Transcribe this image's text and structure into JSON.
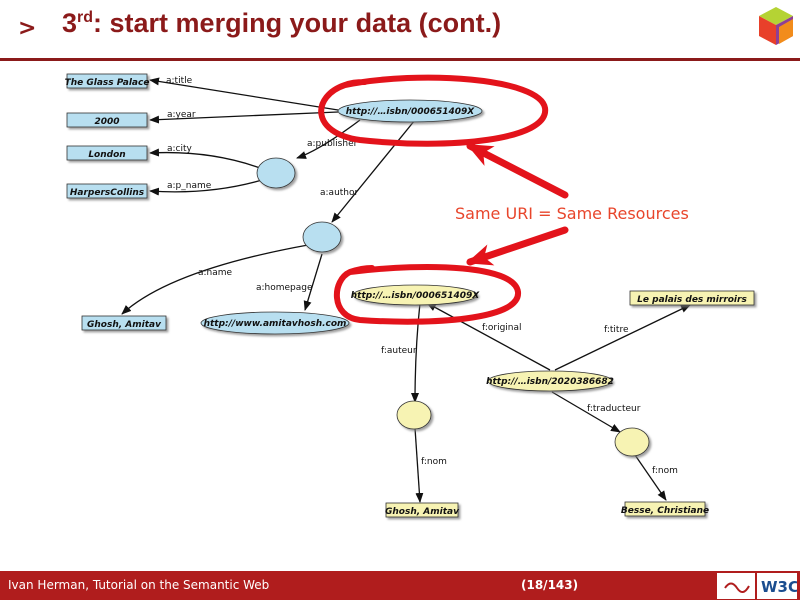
{
  "slide": {
    "bullet": ">",
    "title_prefix": "3",
    "title_sup": "rd",
    "title_rest": ": start merging your data (cont.)"
  },
  "callout": "Same URI = Same Resources",
  "graph1": {
    "subject": "http://…isbn/000651409X",
    "title_value": "The Glass Palace",
    "year_value": "2000",
    "city_value": "London",
    "publisher_name_value": "HarpersCollins",
    "author_name_value": "Ghosh, Amitav",
    "homepage_value": "http://www.amitavhosh.com",
    "edges": {
      "title": "a:title",
      "year": "a:year",
      "city": "a:city",
      "p_name": "a:p_name",
      "publisher": "a:publisher",
      "author": "a:author",
      "name": "a:name",
      "homepage": "a:homepage"
    }
  },
  "graph2": {
    "original": "http://…isbn/000651409X",
    "translation": "http://…isbn/2020386682",
    "titre_value": "Le palais des mirroirs",
    "auteur_nom_value": "Ghosh, Amitav",
    "traducteur_nom_value": "Besse, Christiane",
    "edges": {
      "original": "f:original",
      "titre": "f:titre",
      "auteur": "f:auteur",
      "traducteur": "f:traducteur",
      "nom1": "f:nom",
      "nom2": "f:nom"
    }
  },
  "footer": {
    "left": "Ivan Herman, Tutorial on the Semantic Web",
    "page": "(18/143)",
    "w3c": "W3C"
  },
  "colors": {
    "title": "#8b1a1a",
    "footer": "#b01d1d",
    "callout": "#e8452b",
    "blue_fill": "#b8dff0",
    "yellow_fill": "#f7f3b3",
    "red_mark": "#e3131b"
  }
}
